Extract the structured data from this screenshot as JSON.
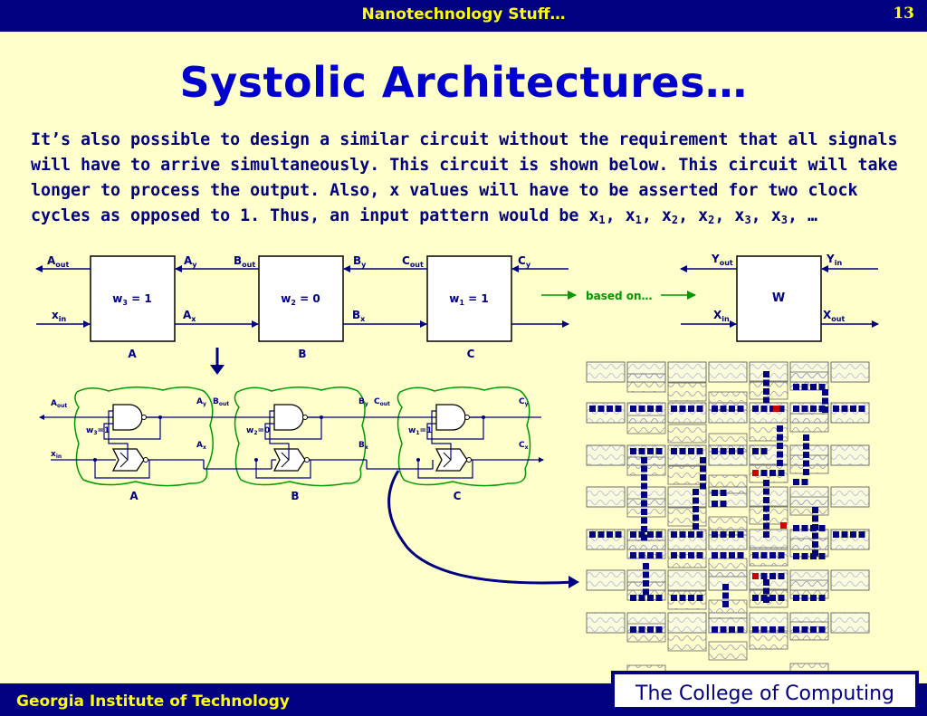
{
  "header": {
    "title": "Nanotechnology Stuff…",
    "page_number": "13"
  },
  "slide_title": "Systolic Architectures…",
  "body": {
    "text": "It’s also possible to design a similar circuit without the requirement that all signals will have to arrive simultaneously.  This circuit is shown below.  This circuit will take longer to process the output.  Also, x values will have to be asserted for two clock cycles as opposed to 1.  Thus, an input pattern would be ",
    "pattern": [
      {
        "base": "x",
        "sub": "1"
      },
      {
        "base": "x",
        "sub": "1"
      },
      {
        "base": "x",
        "sub": "2"
      },
      {
        "base": "x",
        "sub": "2"
      },
      {
        "base": "x",
        "sub": "3"
      },
      {
        "base": "x",
        "sub": "3"
      }
    ],
    "pattern_tail": "…"
  },
  "block_diagram": {
    "cells": [
      {
        "label": "A",
        "weight": "w",
        "weight_sub": "3",
        "weight_val": " = 1",
        "out": "A",
        "out_sub": "out",
        "y": "A",
        "y_sub": "y",
        "in": "x",
        "in_sub": "in",
        "x": "A",
        "x_sub": "x"
      },
      {
        "label": "B",
        "weight": "w",
        "weight_sub": "2",
        "weight_val": " = 0",
        "out": "B",
        "out_sub": "out",
        "y": "B",
        "y_sub": "y",
        "x": "B",
        "x_sub": "x"
      },
      {
        "label": "C",
        "weight": "w",
        "weight_sub": "1",
        "weight_val": " = 1",
        "out": "C",
        "out_sub": "out",
        "y": "C",
        "y_sub": "y"
      }
    ],
    "based_on": "based on…",
    "generic_cell": {
      "label": "W",
      "y_out": "Y",
      "y_out_sub": "out",
      "y_in": "Y",
      "y_in_sub": "in",
      "x_in": "X",
      "x_in_sub": "in",
      "x_out": "X",
      "x_out_sub": "out"
    }
  },
  "gate_diagram": {
    "cells": [
      {
        "label": "A",
        "weight": "w",
        "weight_sub": "3",
        "weight_val": "=1"
      },
      {
        "label": "B",
        "weight": "w",
        "weight_sub": "2",
        "weight_val": "=0"
      },
      {
        "label": "C",
        "weight": "w",
        "weight_sub": "1",
        "weight_val": "=1"
      }
    ],
    "labels": {
      "a_out": "A",
      "a_out_sub": "out",
      "x_in": "x",
      "x_in_sub": "in",
      "a_y": "A",
      "a_y_sub": "y",
      "a_x": "A",
      "a_x_sub": "x",
      "b_out": "B",
      "b_out_sub": "out",
      "b_y": "B",
      "b_y_sub": "y",
      "b_x": "B",
      "b_x_sub": "x",
      "c_out": "C",
      "c_out_sub": "out",
      "c_y": "C",
      "c_y_sub": "y",
      "c_x": "C",
      "c_x_sub": "x"
    }
  },
  "footer": {
    "institution": "Georgia Institute of Technology",
    "college": "The College of Computing"
  },
  "colors": {
    "bar": "#000080",
    "accent_text": "#ffff00",
    "title": "#0000cc",
    "background": "#ffffcc",
    "green_outline": "#009900",
    "layout_blue": "#000080",
    "layout_red": "#cc0000"
  }
}
